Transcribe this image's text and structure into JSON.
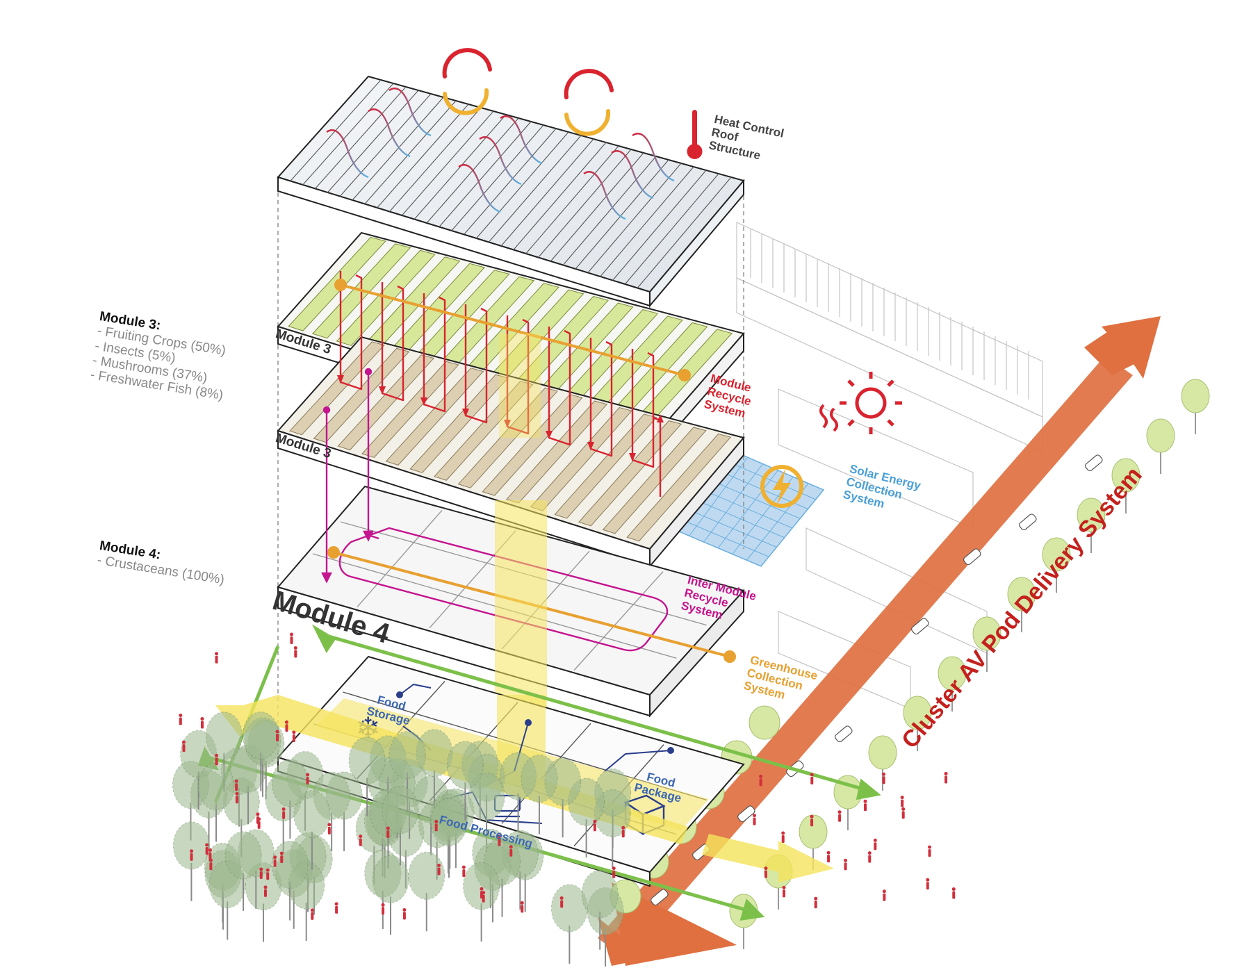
{
  "module3": {
    "heading": "Module 3:",
    "items": [
      "- Fruiting Crops (50%)",
      "- Insects (5%)",
      "- Mushrooms (37%)",
      "- Freshwater Fish (8%)"
    ]
  },
  "module4": {
    "heading": "Module 4:",
    "items": [
      "- Crustaceans (100%)"
    ]
  },
  "roof_label": [
    "Heat Control",
    "Roof",
    "Structure"
  ],
  "module_tags": {
    "top": "Module 3",
    "middle": "Module 3",
    "bottom": "Module 4"
  },
  "module_recycle": [
    "Module",
    "Recycle",
    "System"
  ],
  "solar_energy": [
    "Solar Energy",
    "Collection",
    "System"
  ],
  "inter_module": [
    "Inter Module",
    "Recycle",
    "System"
  ],
  "greenhouse": [
    "Greenhouse",
    "Collection",
    "System"
  ],
  "ground_floor": {
    "food_storage": [
      "Food",
      "Storage"
    ],
    "food_package": [
      "Food",
      "Package"
    ],
    "food_processing": "Food Processing"
  },
  "delivery_system": "Cluster AV Pod Delivery System",
  "colors": {
    "recycle_red": "#d9232e",
    "inter_magenta": "#c4148f",
    "greenhouse_orange": "#e8a030",
    "solar_blue": "#4aa0d8",
    "delivery_orange": "#e07040",
    "delivery_text": "#c4201d",
    "processing_blue": "#3b67b4",
    "crop_green": "#d8e89a",
    "light_yellow": "#f5e45c",
    "tree_green": "#9cb88e",
    "circulation_green": "#7cc04a"
  }
}
